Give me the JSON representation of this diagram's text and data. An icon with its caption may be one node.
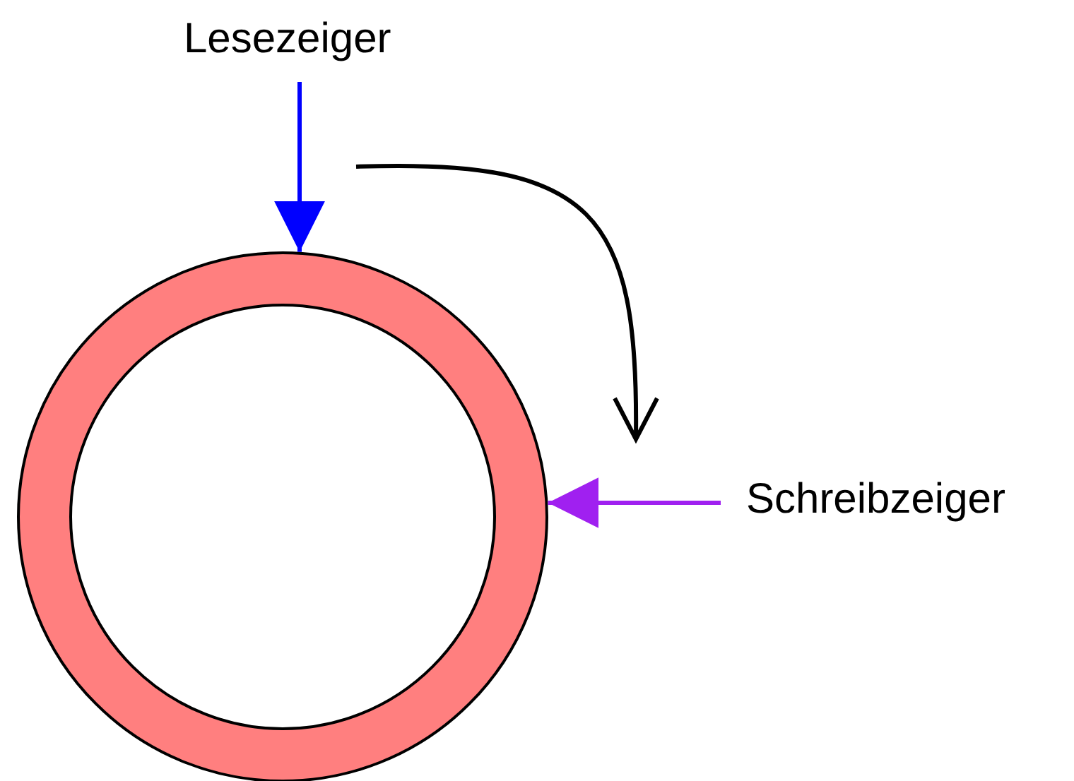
{
  "diagram": {
    "nodes": [
      {
        "text": [
          "Lesezeiger"
        ]
      },
      {
        "text": [
          "Schreibzeiger"
        ]
      },
      {
        "text": [],
        "shape": "circle"
      }
    ],
    "edges": [
      {
        "from": 0,
        "to": 2,
        "arrow": "to",
        "color": "#0000ff"
      },
      {
        "from": 1,
        "to": 2,
        "arrow": "to",
        "color": "#a020f0"
      }
    ]
  }
}
